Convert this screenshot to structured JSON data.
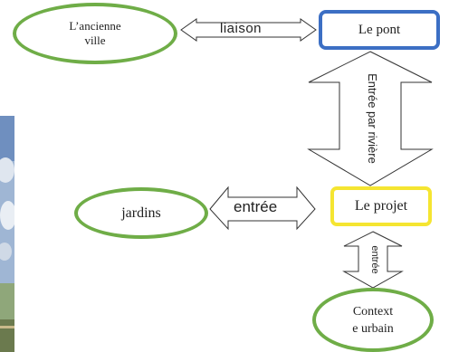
{
  "nodes": {
    "ancienne_ville": {
      "line1": "L’ancienne",
      "line2": "ville"
    },
    "le_pont": "Le pont",
    "jardins": "jardins",
    "le_projet": "Le projet",
    "context_urbain": {
      "line1": "Context",
      "line2": "e urbain"
    }
  },
  "arrows": {
    "liaison": "liaison",
    "entree_par_riviere": "Entrée par rivière",
    "entree_horizontal": "entrée",
    "entree_vertical": "entrée"
  },
  "colors": {
    "oval_border": "#6fad47",
    "pont_border": "#3c6fc4",
    "projet_border": "#f5e531",
    "arrow_stroke": "#333333"
  }
}
